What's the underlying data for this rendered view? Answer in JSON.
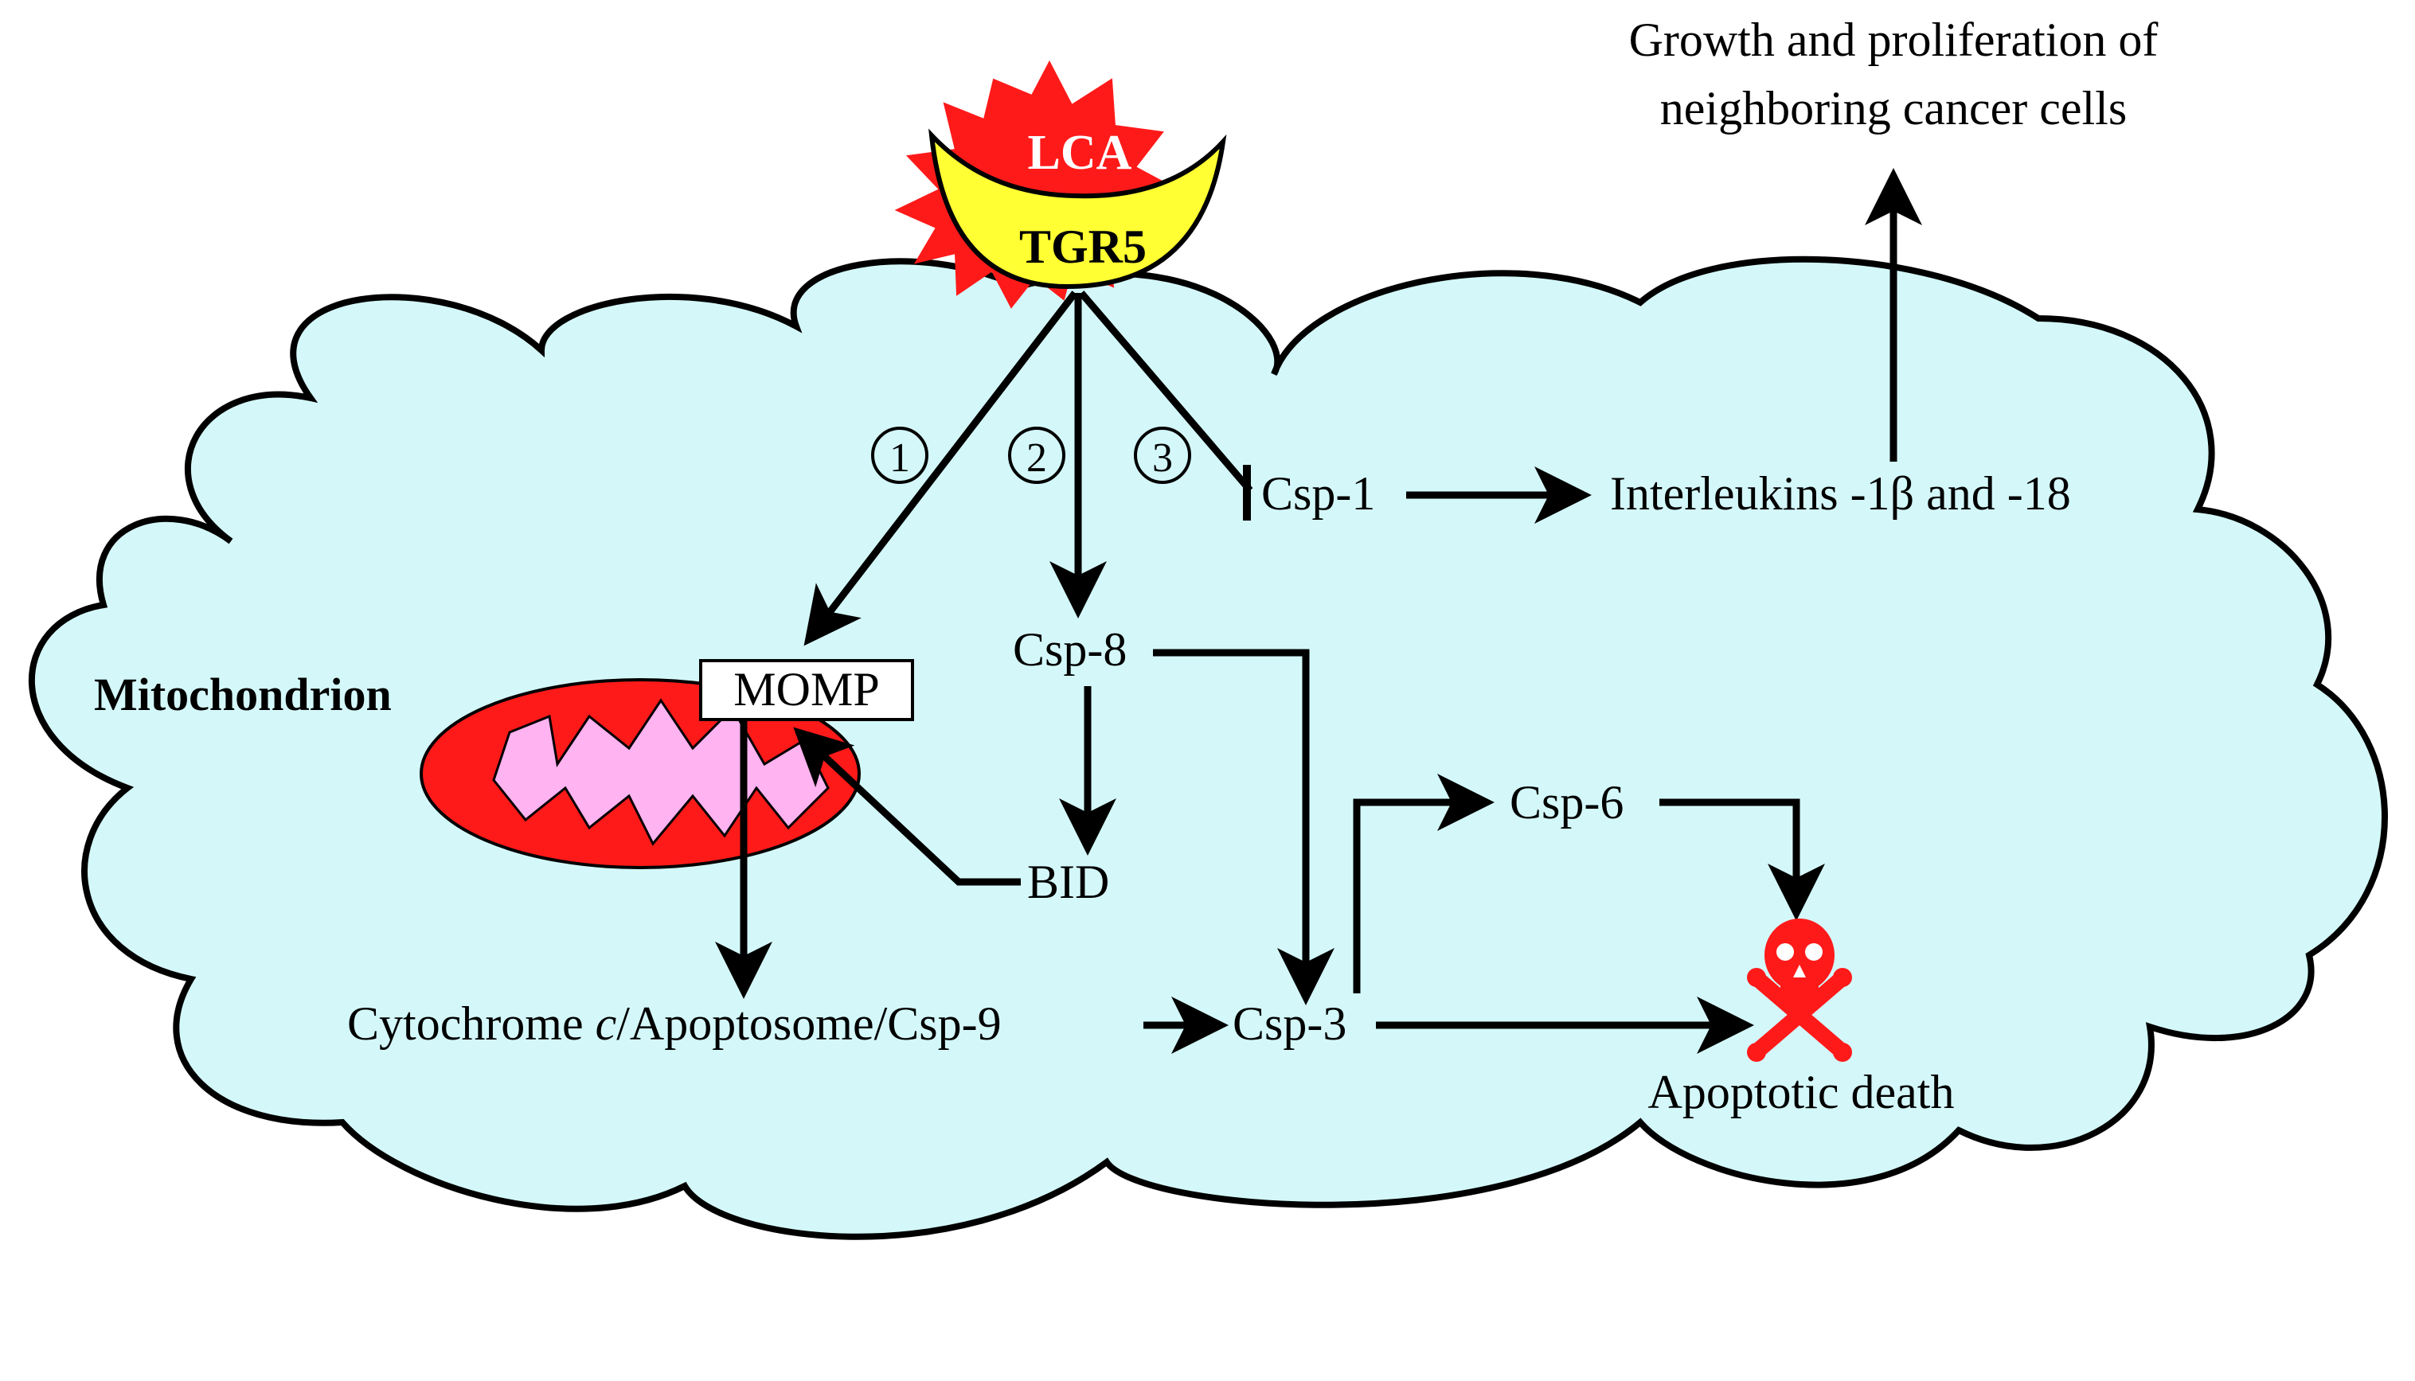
{
  "ligand": "LCA",
  "receptor": "TGR5",
  "mitochondrion_label": "Mitochondrion",
  "momp": "MOMP",
  "nodes": {
    "csp8": "Csp-8",
    "bid": "BID",
    "csp1": "Csp-1",
    "interleukins": "Interleukins -1β and -18",
    "csp6": "Csp-6",
    "csp3": "Csp-3",
    "cytochrome_prefix": "Cytochrome ",
    "cytochrome_italic": "c",
    "cytochrome_suffix": "/Apoptosome/Csp-9",
    "death": "Apoptotic death"
  },
  "pathway_numbers": [
    "1",
    "2",
    "3"
  ],
  "outcome": {
    "line1": "Growth and proliferation of",
    "line2": "neighboring cancer cells"
  },
  "colors": {
    "cell_fill": "#d4f8fa",
    "ligand_red": "#ff1a1a",
    "receptor_yellow": "#ffff33",
    "mito_red": "#ff1a1a",
    "mito_pink": "#ffb3f0",
    "skull_red": "#ff1a1a"
  },
  "icons": [
    "skull-crossbones-icon",
    "mitochondrion-icon"
  ]
}
